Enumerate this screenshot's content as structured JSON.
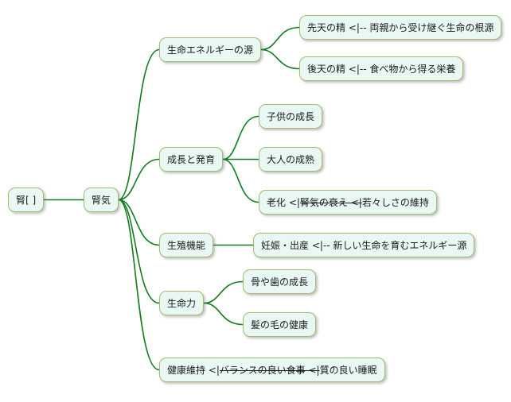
{
  "diagram": {
    "type": "mindmap",
    "edges": [
      [
        "root",
        "kidney_qi"
      ],
      [
        "kidney_qi",
        "energy_source"
      ],
      [
        "kidney_qi",
        "growth_development"
      ],
      [
        "kidney_qi",
        "reproductive_function"
      ],
      [
        "kidney_qi",
        "vitality"
      ],
      [
        "kidney_qi",
        "health_maintenance"
      ],
      [
        "energy_source",
        "innate_essence"
      ],
      [
        "energy_source",
        "acquired_essence"
      ],
      [
        "growth_development",
        "child_growth"
      ],
      [
        "growth_development",
        "adult_maturity"
      ],
      [
        "growth_development",
        "aging"
      ],
      [
        "reproductive_function",
        "pregnancy_birth"
      ],
      [
        "vitality",
        "bones_teeth"
      ],
      [
        "vitality",
        "hair_health"
      ]
    ]
  },
  "nodes": {
    "root": {
      "label": "腎[ ]"
    },
    "kidney_qi": {
      "label": "腎気"
    },
    "energy_source": {
      "label": "生命エネルギーの源"
    },
    "innate_essence": {
      "label": "先天の精 <|-- 両親から受け継ぐ生命の根源"
    },
    "acquired_essence": {
      "label": "後天の精 <|-- 食べ物から得る栄養"
    },
    "growth_development": {
      "label": "成長と発育"
    },
    "child_growth": {
      "label": "子供の成長"
    },
    "adult_maturity": {
      "label": "大人の成熟"
    },
    "aging": {
      "prefix": "老化 <|",
      "struck": " 腎気の衰え <|",
      "suffix": " 若々しさの維持"
    },
    "reproductive_function": {
      "label": "生殖機能"
    },
    "pregnancy_birth": {
      "label": "妊娠・出産 <|-- 新しい生命を育むエネルギー源"
    },
    "vitality": {
      "label": "生命力"
    },
    "bones_teeth": {
      "label": "骨や歯の成長"
    },
    "hair_health": {
      "label": "髪の毛の健康"
    },
    "health_maintenance": {
      "prefix": "健康維持 <|",
      "struck": " バランスの良い食事 <|",
      "suffix": " 質の良い睡眠"
    }
  },
  "colors": {
    "line": "#117C1E",
    "node_border": "#A3BC6E",
    "node_fill": "#E9F8F5",
    "text": "#1B1B1B"
  }
}
